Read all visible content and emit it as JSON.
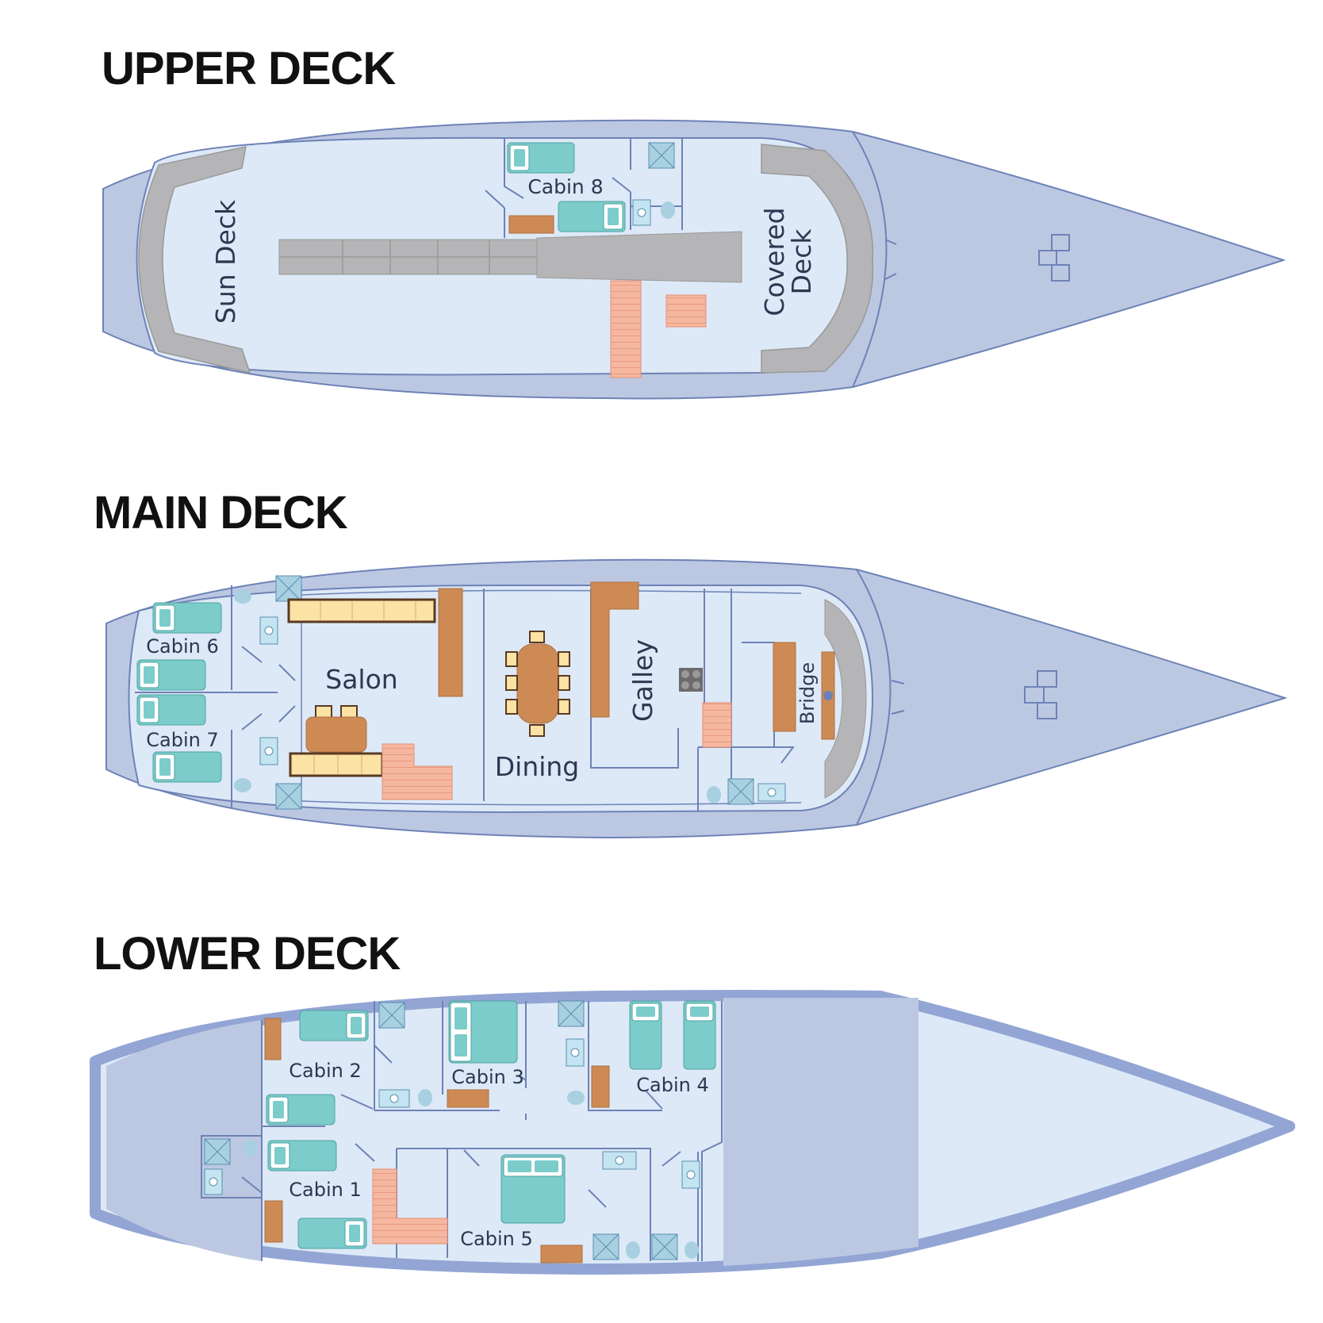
{
  "decks": {
    "upper": {
      "title": "UPPER DECK",
      "labels": {
        "sun_deck": "Sun Deck",
        "cabin8": "Cabin 8",
        "covered_deck_line1": "Covered",
        "covered_deck_line2": "Deck"
      }
    },
    "main": {
      "title": "MAIN DECK",
      "labels": {
        "cabin6": "Cabin 6",
        "cabin7": "Cabin 7",
        "salon": "Salon",
        "dining": "Dining",
        "galley": "Galley",
        "bridge": "Bridge"
      }
    },
    "lower": {
      "title": "LOWER DECK",
      "labels": {
        "cabin1": "Cabin 1",
        "cabin2": "Cabin 2",
        "cabin3": "Cabin 3",
        "cabin4": "Cabin 4",
        "cabin5": "Cabin 5"
      }
    }
  },
  "colors": {
    "hull": "#bcc8e2",
    "hull_outline": "#6e82b6",
    "floor": "#dde9f7",
    "wall": "#6e82b6",
    "bed": "#7ccccb",
    "wood": "#cd8a55",
    "stairs": "#f6b7a0",
    "sofa": "#fbe2a5",
    "grey": "#b5b5b7"
  }
}
